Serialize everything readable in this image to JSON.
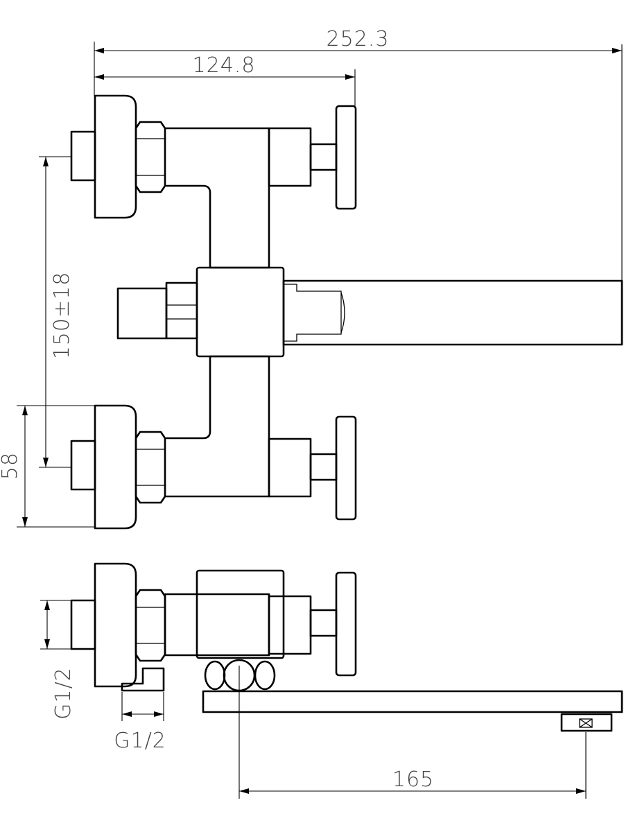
{
  "dimensions": {
    "overall_width": "252.3",
    "center_offset": "124.8",
    "inlet_spacing": "150±18",
    "inlet_height": "58",
    "thread_vertical": "G1/2",
    "thread_horizontal": "G1/2",
    "spout_reach": "165"
  }
}
